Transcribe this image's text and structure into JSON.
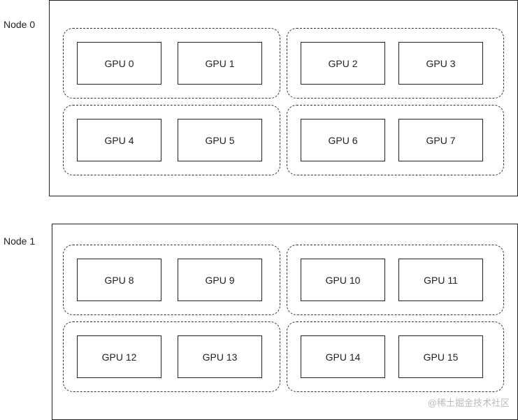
{
  "nodes": [
    {
      "label": "Node 0",
      "groups": [
        [
          "GPU 0",
          "GPU 1"
        ],
        [
          "GPU 2",
          "GPU 3"
        ],
        [
          "GPU 4",
          "GPU 5"
        ],
        [
          "GPU 6",
          "GPU 7"
        ]
      ]
    },
    {
      "label": "Node 1",
      "groups": [
        [
          "GPU 8",
          "GPU 9"
        ],
        [
          "GPU 10",
          "GPU 11"
        ],
        [
          "GPU 12",
          "GPU 13"
        ],
        [
          "GPU 14",
          "GPU 15"
        ]
      ]
    }
  ],
  "watermark": "@稀土掘金技术社区"
}
